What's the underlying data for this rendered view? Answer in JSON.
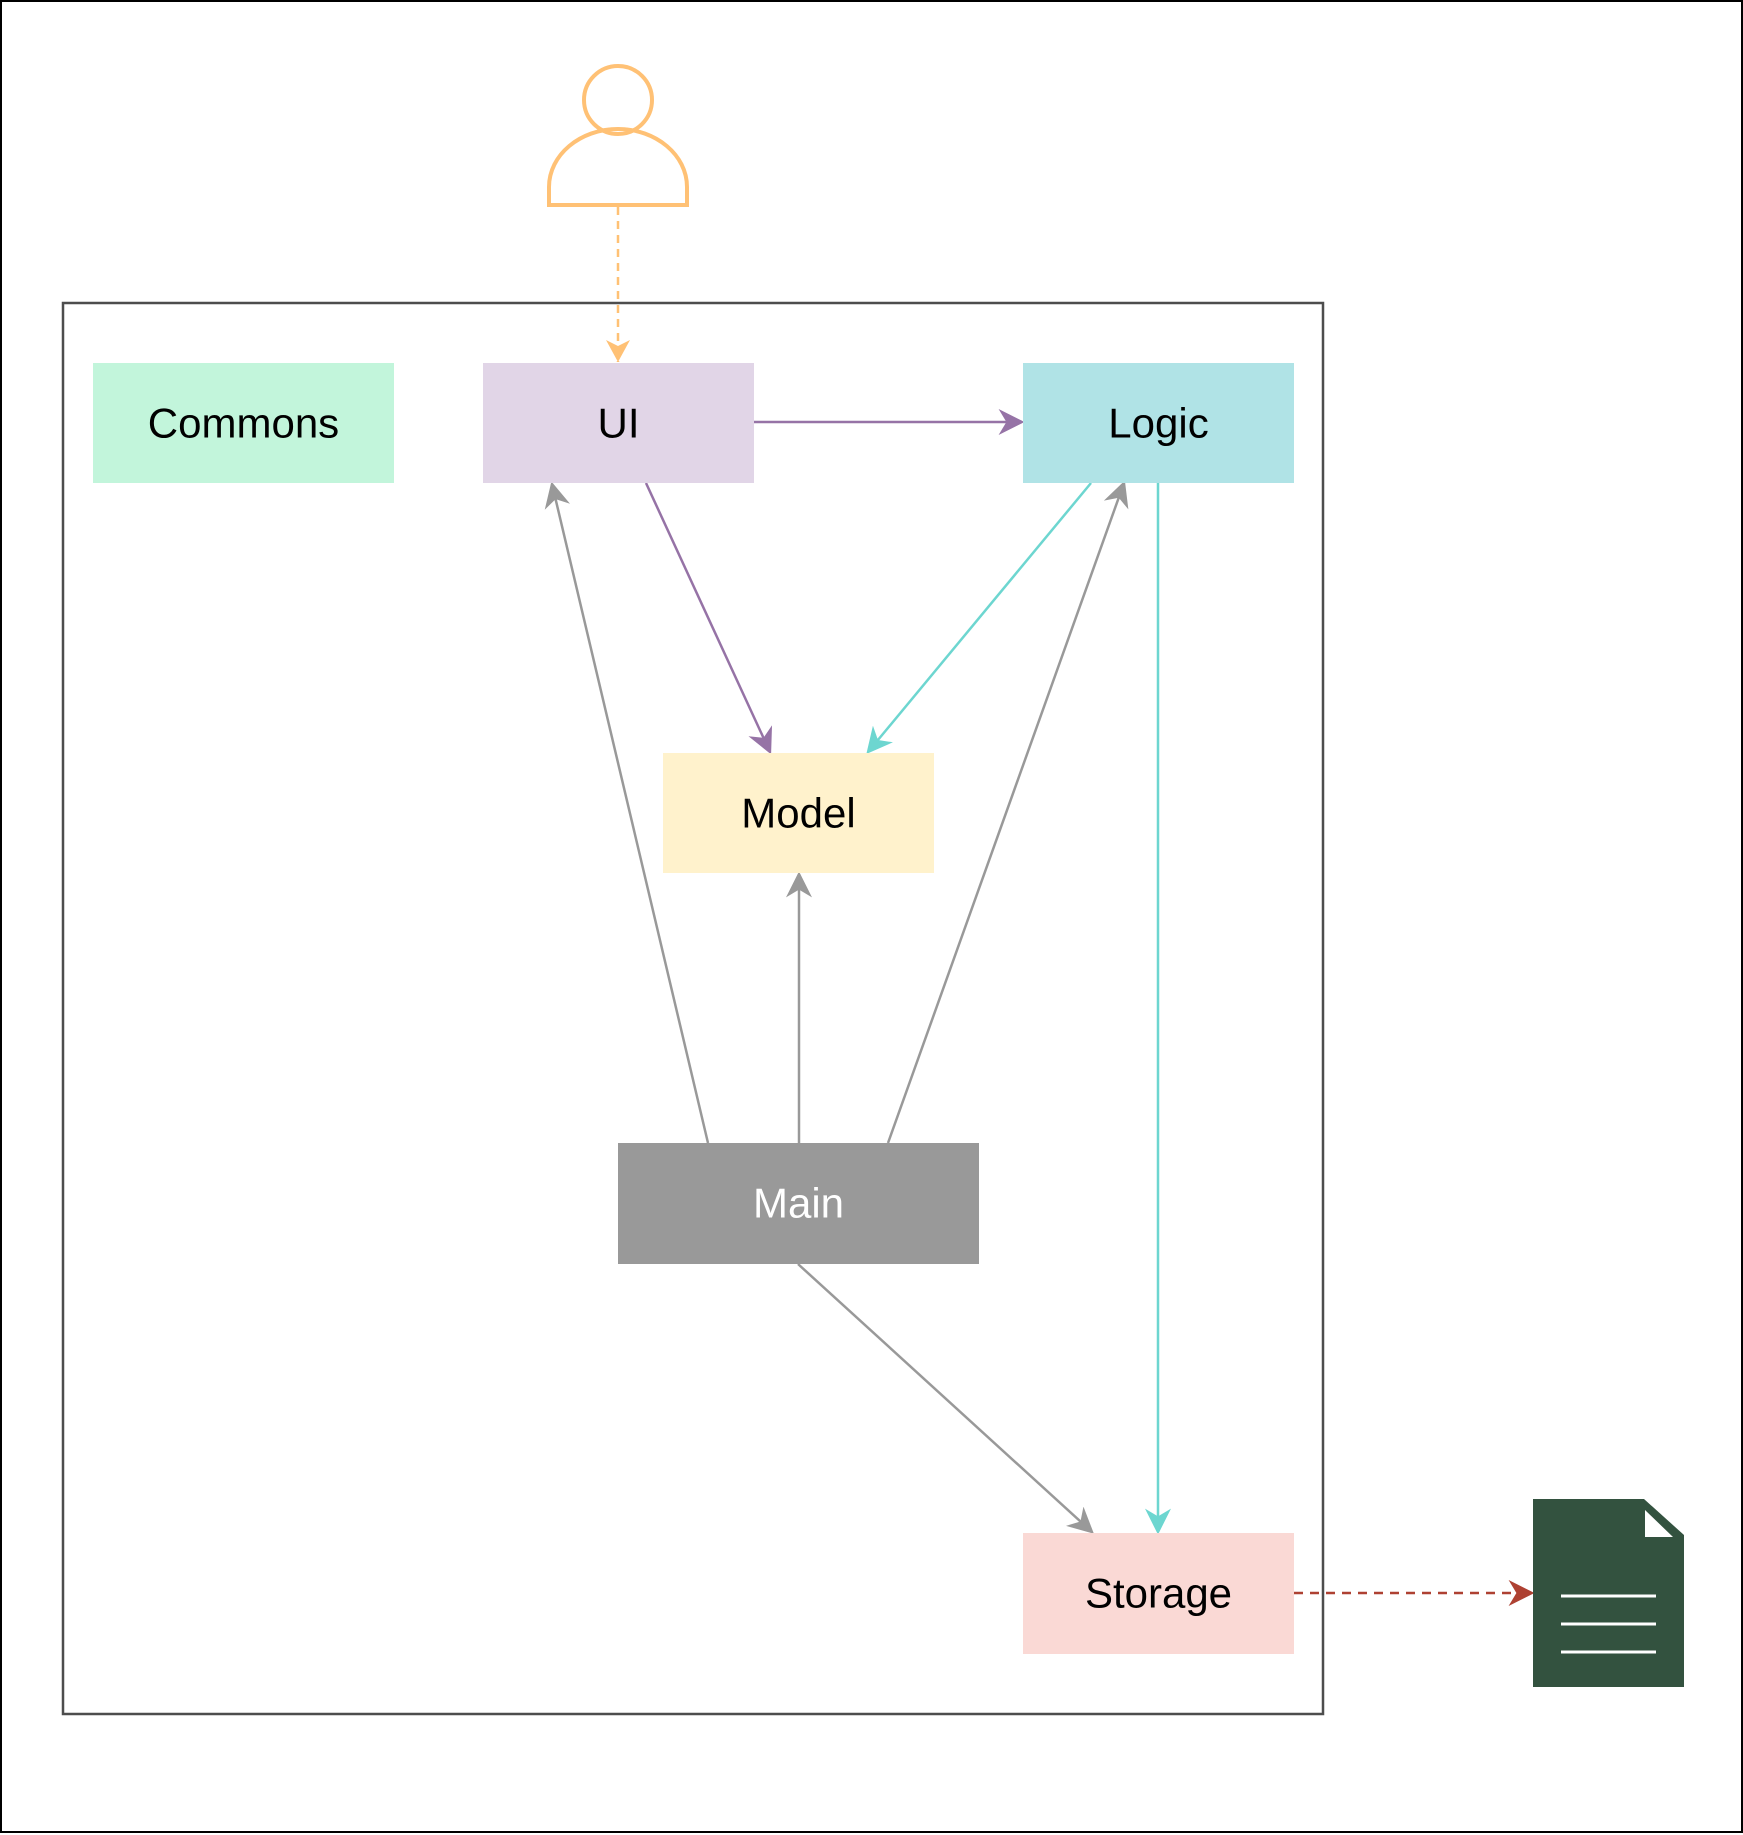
{
  "diagram": {
    "components": {
      "commons": {
        "label": "Commons",
        "fill": "#c2f5db",
        "text_color": "#000000"
      },
      "ui": {
        "label": "UI",
        "fill": "#e1d5e7",
        "text_color": "#000000"
      },
      "logic": {
        "label": "Logic",
        "fill": "#b0e3e6",
        "text_color": "#000000"
      },
      "model": {
        "label": "Model",
        "fill": "#fff2cc",
        "text_color": "#000000"
      },
      "main": {
        "label": "Main",
        "fill": "#999999",
        "text_color": "#ffffff"
      },
      "storage": {
        "label": "Storage",
        "fill": "#fad9d5",
        "text_color": "#000000"
      }
    },
    "actor": {
      "icon": "user-icon",
      "color": "#ffc175"
    },
    "file": {
      "icon": "document-icon",
      "color": "#33523f"
    },
    "connections": [
      {
        "from": "user",
        "to": "ui",
        "style": "dashed",
        "color": "#ffc175"
      },
      {
        "from": "ui",
        "to": "logic",
        "style": "solid",
        "color": "#9673a6"
      },
      {
        "from": "ui",
        "to": "model",
        "style": "solid",
        "color": "#9673a6"
      },
      {
        "from": "logic",
        "to": "model",
        "style": "solid",
        "color": "#6dd6d0"
      },
      {
        "from": "logic",
        "to": "storage",
        "style": "solid",
        "color": "#6dd6d0"
      },
      {
        "from": "main",
        "to": "ui",
        "style": "solid",
        "color": "#999999"
      },
      {
        "from": "main",
        "to": "model",
        "style": "solid",
        "color": "#999999"
      },
      {
        "from": "main",
        "to": "logic",
        "style": "solid",
        "color": "#999999"
      },
      {
        "from": "main",
        "to": "storage",
        "style": "solid",
        "color": "#999999"
      },
      {
        "from": "storage",
        "to": "file",
        "style": "dashed",
        "color": "#ae4132"
      }
    ]
  }
}
